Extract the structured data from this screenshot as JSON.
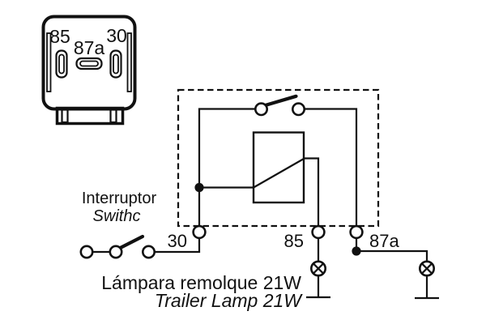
{
  "relay_top_view": {
    "pin_85": "85",
    "pin_87a": "87a",
    "pin_30": "30"
  },
  "terminals": {
    "t30": "30",
    "t85": "85",
    "t87a": "87a"
  },
  "switch_label": {
    "es": "Interruptor",
    "en": "Swithc"
  },
  "lamp_label": {
    "es": "Lámpara remolque 21W",
    "en": "Trailer Lamp 21W"
  },
  "icons": {
    "relay_socket": "relay-top-view-socket",
    "relay_coil": "relay-coil",
    "relay_contact": "relay-contact-switch",
    "manual_switch": "manual-switch",
    "lamp": "lamp-crossed-circle",
    "ground": "ground-bar"
  },
  "colors": {
    "ink": "#111111",
    "background": "#ffffff"
  }
}
